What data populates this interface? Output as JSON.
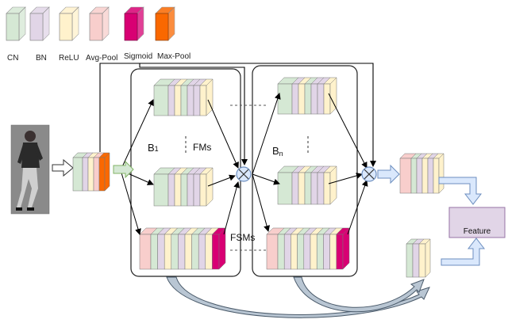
{
  "legend": [
    {
      "label": "CN",
      "color": "#d5e8d4"
    },
    {
      "label": "BN",
      "color": "#e1d5e7"
    },
    {
      "label": "ReLU",
      "color": "#fff2cc"
    },
    {
      "label": "Avg-Pool",
      "color": "#f8cecc"
    },
    {
      "label": "Sigmoid",
      "color": "#d80073"
    },
    {
      "label": "Max-Pool",
      "color": "#fa6800"
    }
  ],
  "labels": {
    "block_first": "B",
    "block_first_sub": "1",
    "block_last": "B",
    "block_last_sub": "n",
    "fms": "FMs",
    "fsms": "FSMs",
    "feature": "Feature"
  },
  "colors": {
    "line": "#000000",
    "arrow_fill": "#dae8fc",
    "arrow_stroke": "#6c8ebf",
    "curve_fill": "#b9c6d3",
    "curve_stroke": "#4a5a6a",
    "feature_fill": "#e1d5e7",
    "feature_stroke": "#9673a6",
    "mult_fill": "#dae8fc",
    "mult_stroke": "#6c8ebf"
  },
  "icons": {
    "multiply": "circle-x-icon",
    "person": "pedestrian-photo"
  }
}
